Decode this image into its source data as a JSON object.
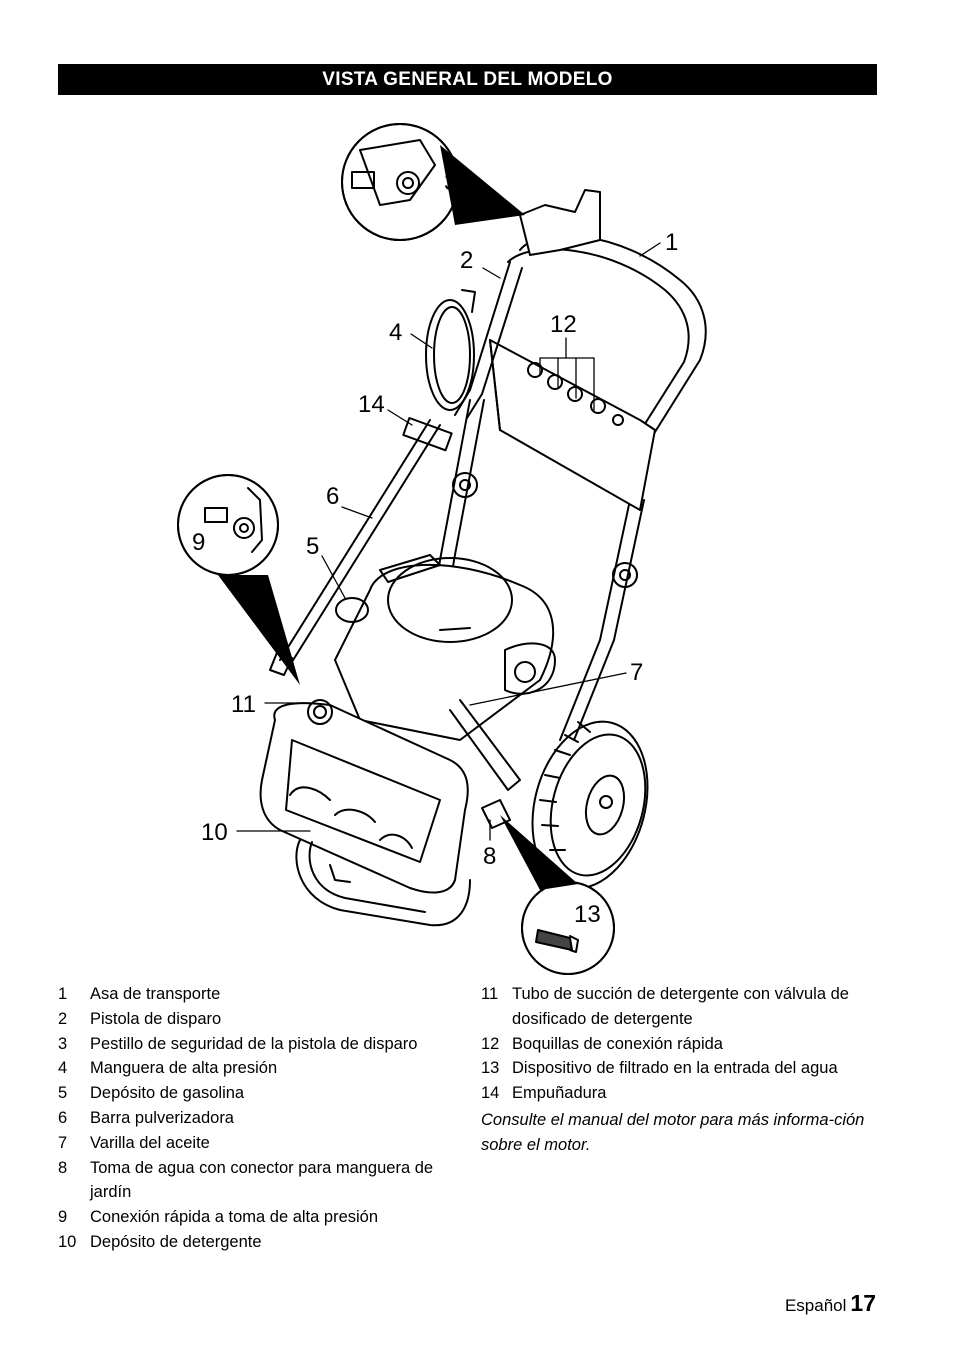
{
  "header": {
    "title": "VISTA GENERAL DEL MODELO"
  },
  "diagram": {
    "callouts": [
      "1",
      "2",
      "3",
      "4",
      "5",
      "6",
      "7",
      "8",
      "9",
      "10",
      "11",
      "12",
      "13",
      "14"
    ]
  },
  "legend_left": [
    {
      "num": "1",
      "text": "Asa de transporte"
    },
    {
      "num": "2",
      "text": "Pistola de disparo"
    },
    {
      "num": "3",
      "text": "Pestillo de seguridad de la pistola de disparo"
    },
    {
      "num": "4",
      "text": "Manguera de alta presión"
    },
    {
      "num": "5",
      "text": "Depósito de gasolina"
    },
    {
      "num": "6",
      "text": "Barra pulverizadora"
    },
    {
      "num": "7",
      "text": "Varilla del aceite"
    },
    {
      "num": "8",
      "text": "Toma de agua con conector para manguera de jardín"
    },
    {
      "num": "9",
      "text": "Conexión rápida a toma de alta presión"
    },
    {
      "num": "10",
      "text": "Depósito de detergente"
    }
  ],
  "legend_right": [
    {
      "num": "11",
      "text": "Tubo de succión de detergente con válvula de dosificado de detergente"
    },
    {
      "num": "12",
      "text": "Boquillas de conexión rápida"
    },
    {
      "num": "13",
      "text": "Dispositivo de filtrado en la entrada del agua"
    },
    {
      "num": "14",
      "text": "Empuñadura"
    }
  ],
  "note": "Consulte el manual del motor para más informa-ción sobre el motor.",
  "footer": {
    "language": "Español",
    "page": "17"
  }
}
